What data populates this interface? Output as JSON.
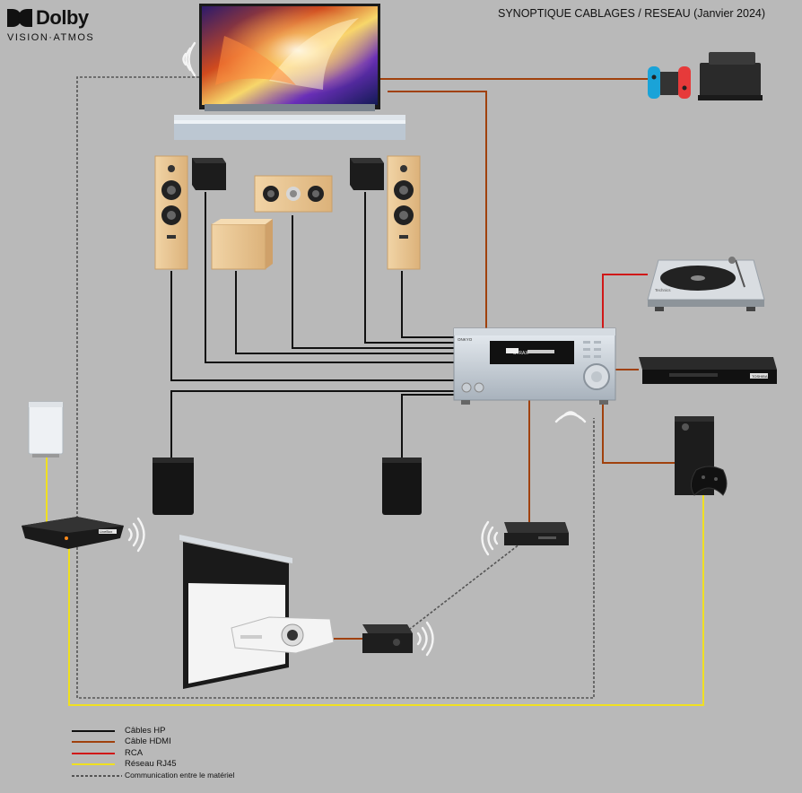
{
  "title": "SYNOPTIQUE CABLAGES / RESEAU (Janvier 2024)",
  "logo": {
    "brand": "Dolby",
    "subtitle": "VISION·ATMOS"
  },
  "receiver": {
    "brand": "ONKYO",
    "display": "STRAX"
  },
  "devices": {
    "turntable_brand": "Technics",
    "bluray_brand": "TOSHIBA",
    "router_brand": "LiveBox"
  },
  "legend": [
    {
      "label": "Câbles HP",
      "color": "#111111",
      "style": "solid"
    },
    {
      "label": "Câble HDMI",
      "color": "#a0410d",
      "style": "solid"
    },
    {
      "label": "RCA",
      "color": "#d01818",
      "style": "solid"
    },
    {
      "label": "Réseau RJ45",
      "color": "#f0e020",
      "style": "solid"
    },
    {
      "label": "Communication entre le matériel",
      "color": "#555555",
      "style": "dashed"
    }
  ],
  "colors": {
    "background": "#b9b9b9",
    "speaker_cable": "#111111",
    "hdmi_cable": "#a0410d",
    "rca_cable": "#d01818",
    "rj45_cable": "#f0e020",
    "wireless": "#555555"
  }
}
